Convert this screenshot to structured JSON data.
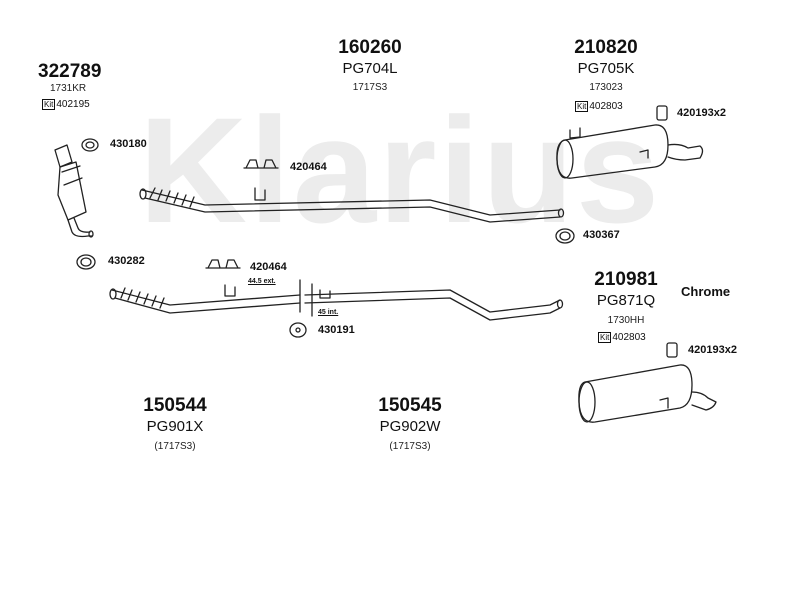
{
  "watermark": "Klarius",
  "parts": {
    "p322789": {
      "number": "322789",
      "sub": "1731KR",
      "kit_icon": "Kit",
      "kit": "402195"
    },
    "p160260": {
      "number": "160260",
      "ref": "PG704L",
      "sub": "1717S3"
    },
    "p210820": {
      "number": "210820",
      "ref": "PG705K",
      "sub": "173023",
      "kit_icon": "Kit",
      "kit": "402803"
    },
    "p210981": {
      "number": "210981",
      "ref": "PG871Q",
      "sub": "1730HH",
      "kit_icon": "Kit",
      "kit": "402803",
      "finish": "Chrome"
    },
    "p150544": {
      "number": "150544",
      "ref": "PG901X",
      "sub": "(1717S3)"
    },
    "p150545": {
      "number": "150545",
      "ref": "PG902W",
      "sub": "(1717S3)"
    }
  },
  "fittings": {
    "c430180": "430180",
    "c420464a": "420464",
    "c420193a": "420193x2",
    "c430367": "430367",
    "c430282": "430282",
    "c420464b": "420464",
    "c430191": "430191",
    "c420193b": "420193x2"
  },
  "measurements": {
    "m445": "44.5 ext.",
    "m45": "45 int."
  },
  "colors": {
    "line": "#222222",
    "watermark": "#ececec"
  }
}
